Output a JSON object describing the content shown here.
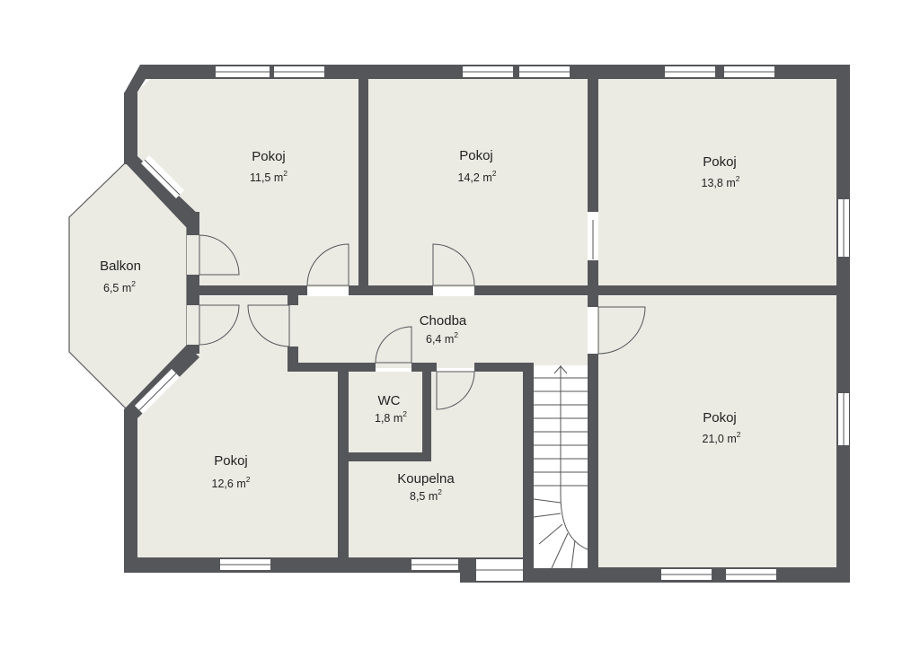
{
  "rooms": [
    {
      "id": "room-pokoj-nw",
      "name": "Pokoj",
      "area": "11,5 m",
      "unit_sup": "2"
    },
    {
      "id": "room-pokoj-n",
      "name": "Pokoj",
      "area": "14,2 m",
      "unit_sup": "2"
    },
    {
      "id": "room-pokoj-ne",
      "name": "Pokoj",
      "area": "13,8 m",
      "unit_sup": "2"
    },
    {
      "id": "room-balkon",
      "name": "Balkon",
      "area": "6,5 m",
      "unit_sup": "2"
    },
    {
      "id": "room-chodba",
      "name": "Chodba",
      "area": "6,4 m",
      "unit_sup": "2"
    },
    {
      "id": "room-wc",
      "name": "WC",
      "area": "1,8 m",
      "unit_sup": "2"
    },
    {
      "id": "room-pokoj-se",
      "name": "Pokoj",
      "area": "21,0 m",
      "unit_sup": "2"
    },
    {
      "id": "room-pokoj-sw",
      "name": "Pokoj",
      "area": "12,6 m",
      "unit_sup": "2"
    },
    {
      "id": "room-koupelna",
      "name": "Koupelna",
      "area": "8,5 m",
      "unit_sup": "2"
    }
  ],
  "colors": {
    "wall": "#55565a",
    "floor": "#ebebe4",
    "background": "#ffffff"
  }
}
